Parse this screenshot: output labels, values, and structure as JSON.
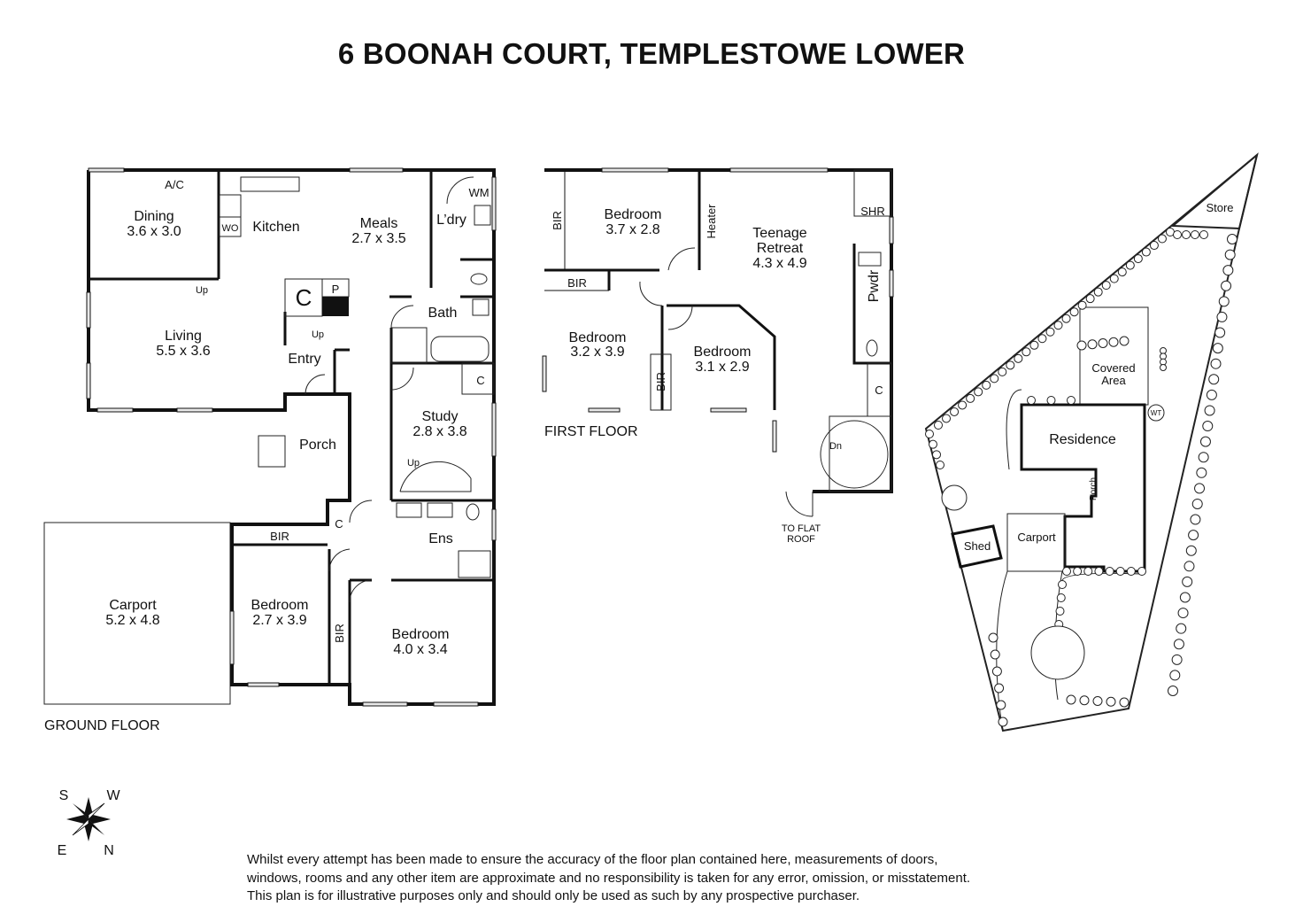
{
  "title": "6 BOONAH COURT, TEMPLESTOWE LOWER",
  "ground_floor": {
    "label": "GROUND FLOOR",
    "rooms": {
      "dining": {
        "name": "Dining",
        "dims": "3.6 x 3.0"
      },
      "kitchen": {
        "name": "Kitchen"
      },
      "meals": {
        "name": "Meals",
        "dims": "2.7 x 3.5"
      },
      "laundry": {
        "name": "L’dry"
      },
      "living": {
        "name": "Living",
        "dims": "5.5 x 3.6"
      },
      "entry": {
        "name": "Entry"
      },
      "bath": {
        "name": "Bath"
      },
      "porch": {
        "name": "Porch"
      },
      "study": {
        "name": "Study",
        "dims": "2.8 x 3.8"
      },
      "ensuite": {
        "name": "Ens"
      },
      "carport": {
        "name": "Carport",
        "dims": "5.2 x 4.8"
      },
      "bedroom_a": {
        "name": "Bedroom",
        "dims": "2.7 x 3.9"
      },
      "bedroom_b": {
        "name": "Bedroom",
        "dims": "4.0 x 3.4"
      }
    },
    "fixtures": {
      "ac": "A/C",
      "wm": "WM",
      "wo": "WO",
      "c_large": "C",
      "pantry": "P",
      "up1": "Up",
      "up2": "Up",
      "up3": "Up",
      "c_study": "C",
      "c_hall": "C",
      "bir1": "BIR",
      "bir2": "BIR"
    }
  },
  "first_floor": {
    "label": "FIRST FLOOR",
    "rooms": {
      "bedroom_a": {
        "name": "Bedroom",
        "dims": "3.7 x 2.8"
      },
      "teenage_retreat": {
        "name1": "Teenage",
        "name2": "Retreat",
        "dims": "4.3 x 4.9"
      },
      "bedroom_b": {
        "name": "Bedroom",
        "dims": "3.2 x 3.9"
      },
      "bedroom_c": {
        "name": "Bedroom",
        "dims": "3.1 x 2.9"
      },
      "powder": {
        "name": "Pwdr"
      }
    },
    "fixtures": {
      "bir1": "BIR",
      "bir2": "BIR",
      "bir3": "BIR",
      "heater": "Heater",
      "shr": "SHR",
      "c": "C",
      "dn": "Dn",
      "flat_roof1": "TO FLAT",
      "flat_roof2": "ROOF"
    }
  },
  "site_plan": {
    "store": "Store",
    "covered1": "Covered",
    "covered2": "Area",
    "wt": "WT",
    "residence": "Residence",
    "porch": "Porch",
    "carport": "Carport",
    "shed": "Shed"
  },
  "compass": {
    "s": "S",
    "w": "W",
    "e": "E",
    "n": "N"
  },
  "disclaimer": [
    "Whilst every attempt has been made to ensure the accuracy of the floor plan contained here, measurements of doors,",
    "windows, rooms and any other item are approximate and no responsibility is taken for any error, omission, or misstatement.",
    "This plan is for illustrative purposes only and should only be used as such by any prospective purchaser."
  ]
}
